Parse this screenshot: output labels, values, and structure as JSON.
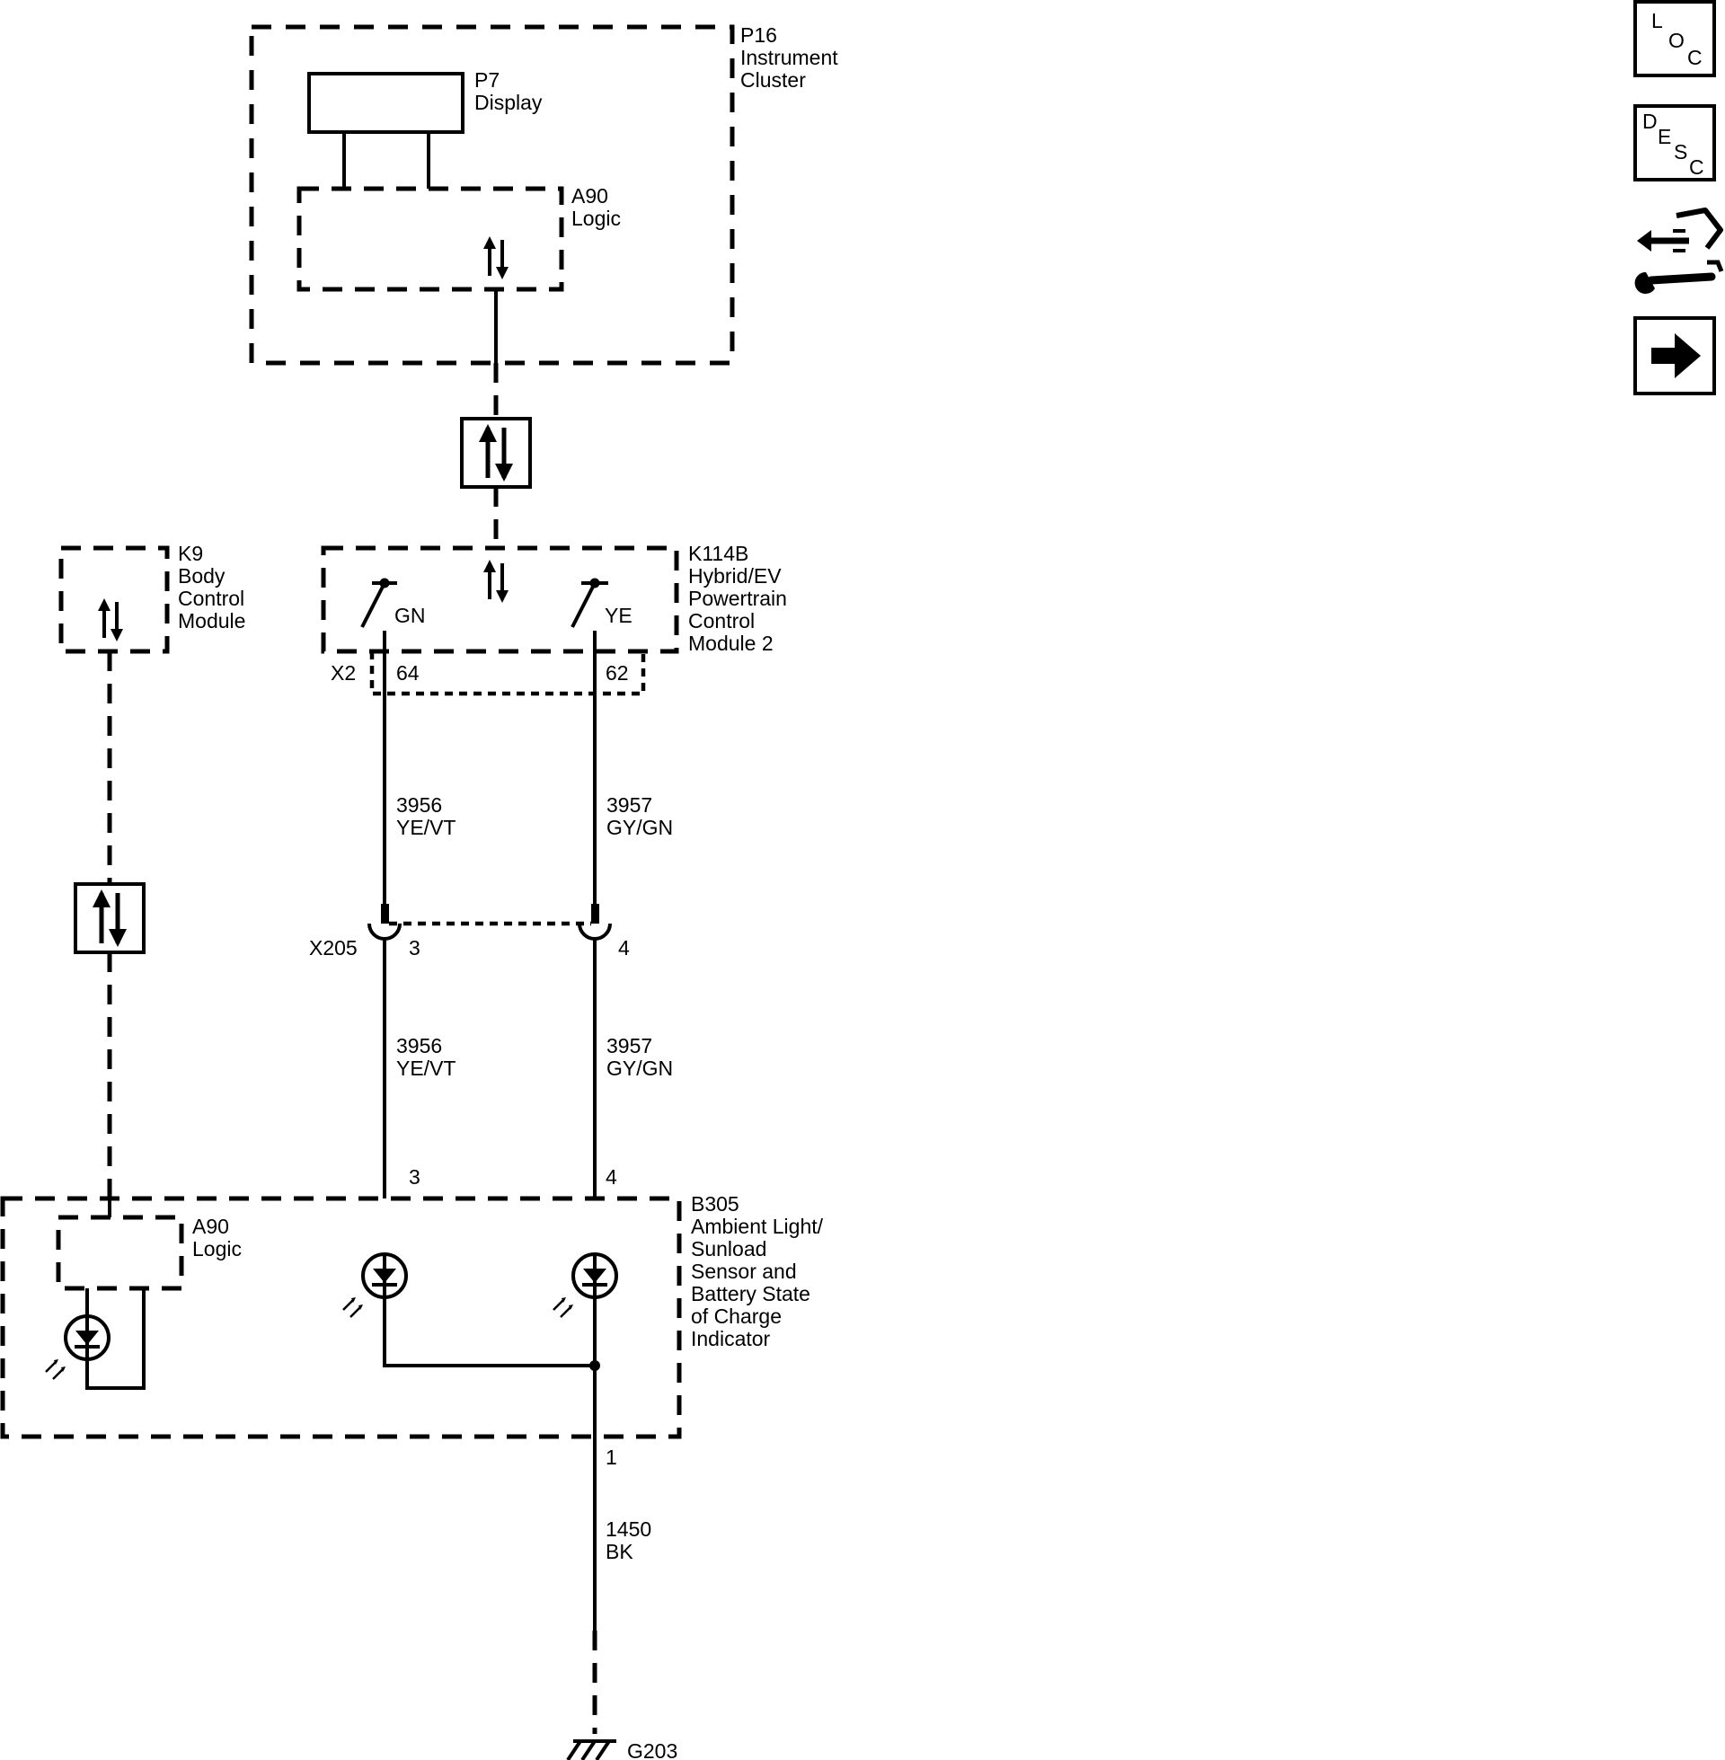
{
  "p16": {
    "ref": "P16",
    "line1": "Instrument",
    "line2": "Cluster"
  },
  "p7": {
    "ref": "P7",
    "line1": "Display"
  },
  "a90_top": {
    "ref": "A90",
    "line1": "Logic"
  },
  "k9": {
    "ref": "K9",
    "line1": "Body",
    "line2": "Control",
    "line3": "Module"
  },
  "k114b": {
    "ref": "K114B",
    "line1": "Hybrid/EV",
    "line2": "Powertrain",
    "line3": "Control",
    "line4": "Module 2",
    "switch_left": "GN",
    "switch_right": "YE"
  },
  "x2": {
    "ref": "X2",
    "pin_left": "64",
    "pin_right": "62"
  },
  "wire_3956": {
    "circuit": "3956",
    "color": "YE/VT"
  },
  "wire_3957": {
    "circuit": "3957",
    "color": "GY/GN"
  },
  "x205": {
    "ref": "X205",
    "pin_left": "3",
    "pin_right": "4"
  },
  "b305": {
    "ref": "B305",
    "line1": "Ambient Light/",
    "line2": "Sunload",
    "line3": "Sensor and",
    "line4": "Battery State",
    "line5": "of Charge",
    "line6": "Indicator",
    "pin_left": "3",
    "pin_right": "4",
    "pin_ground": "1"
  },
  "a90_bottom": {
    "ref": "A90",
    "line1": "Logic"
  },
  "wire_1450": {
    "circuit": "1450",
    "color": "BK"
  },
  "ground": {
    "ref": "G203"
  },
  "side_icons": {
    "loc": {
      "l1": "L",
      "l2": "O",
      "l3": "C"
    },
    "desc": {
      "l1": "D",
      "l2": "E",
      "l3": "S",
      "l4": "C"
    },
    "icon_names": [
      "loc-icon",
      "desc-icon",
      "connector-wrench-icon",
      "next-arrow-icon"
    ]
  }
}
